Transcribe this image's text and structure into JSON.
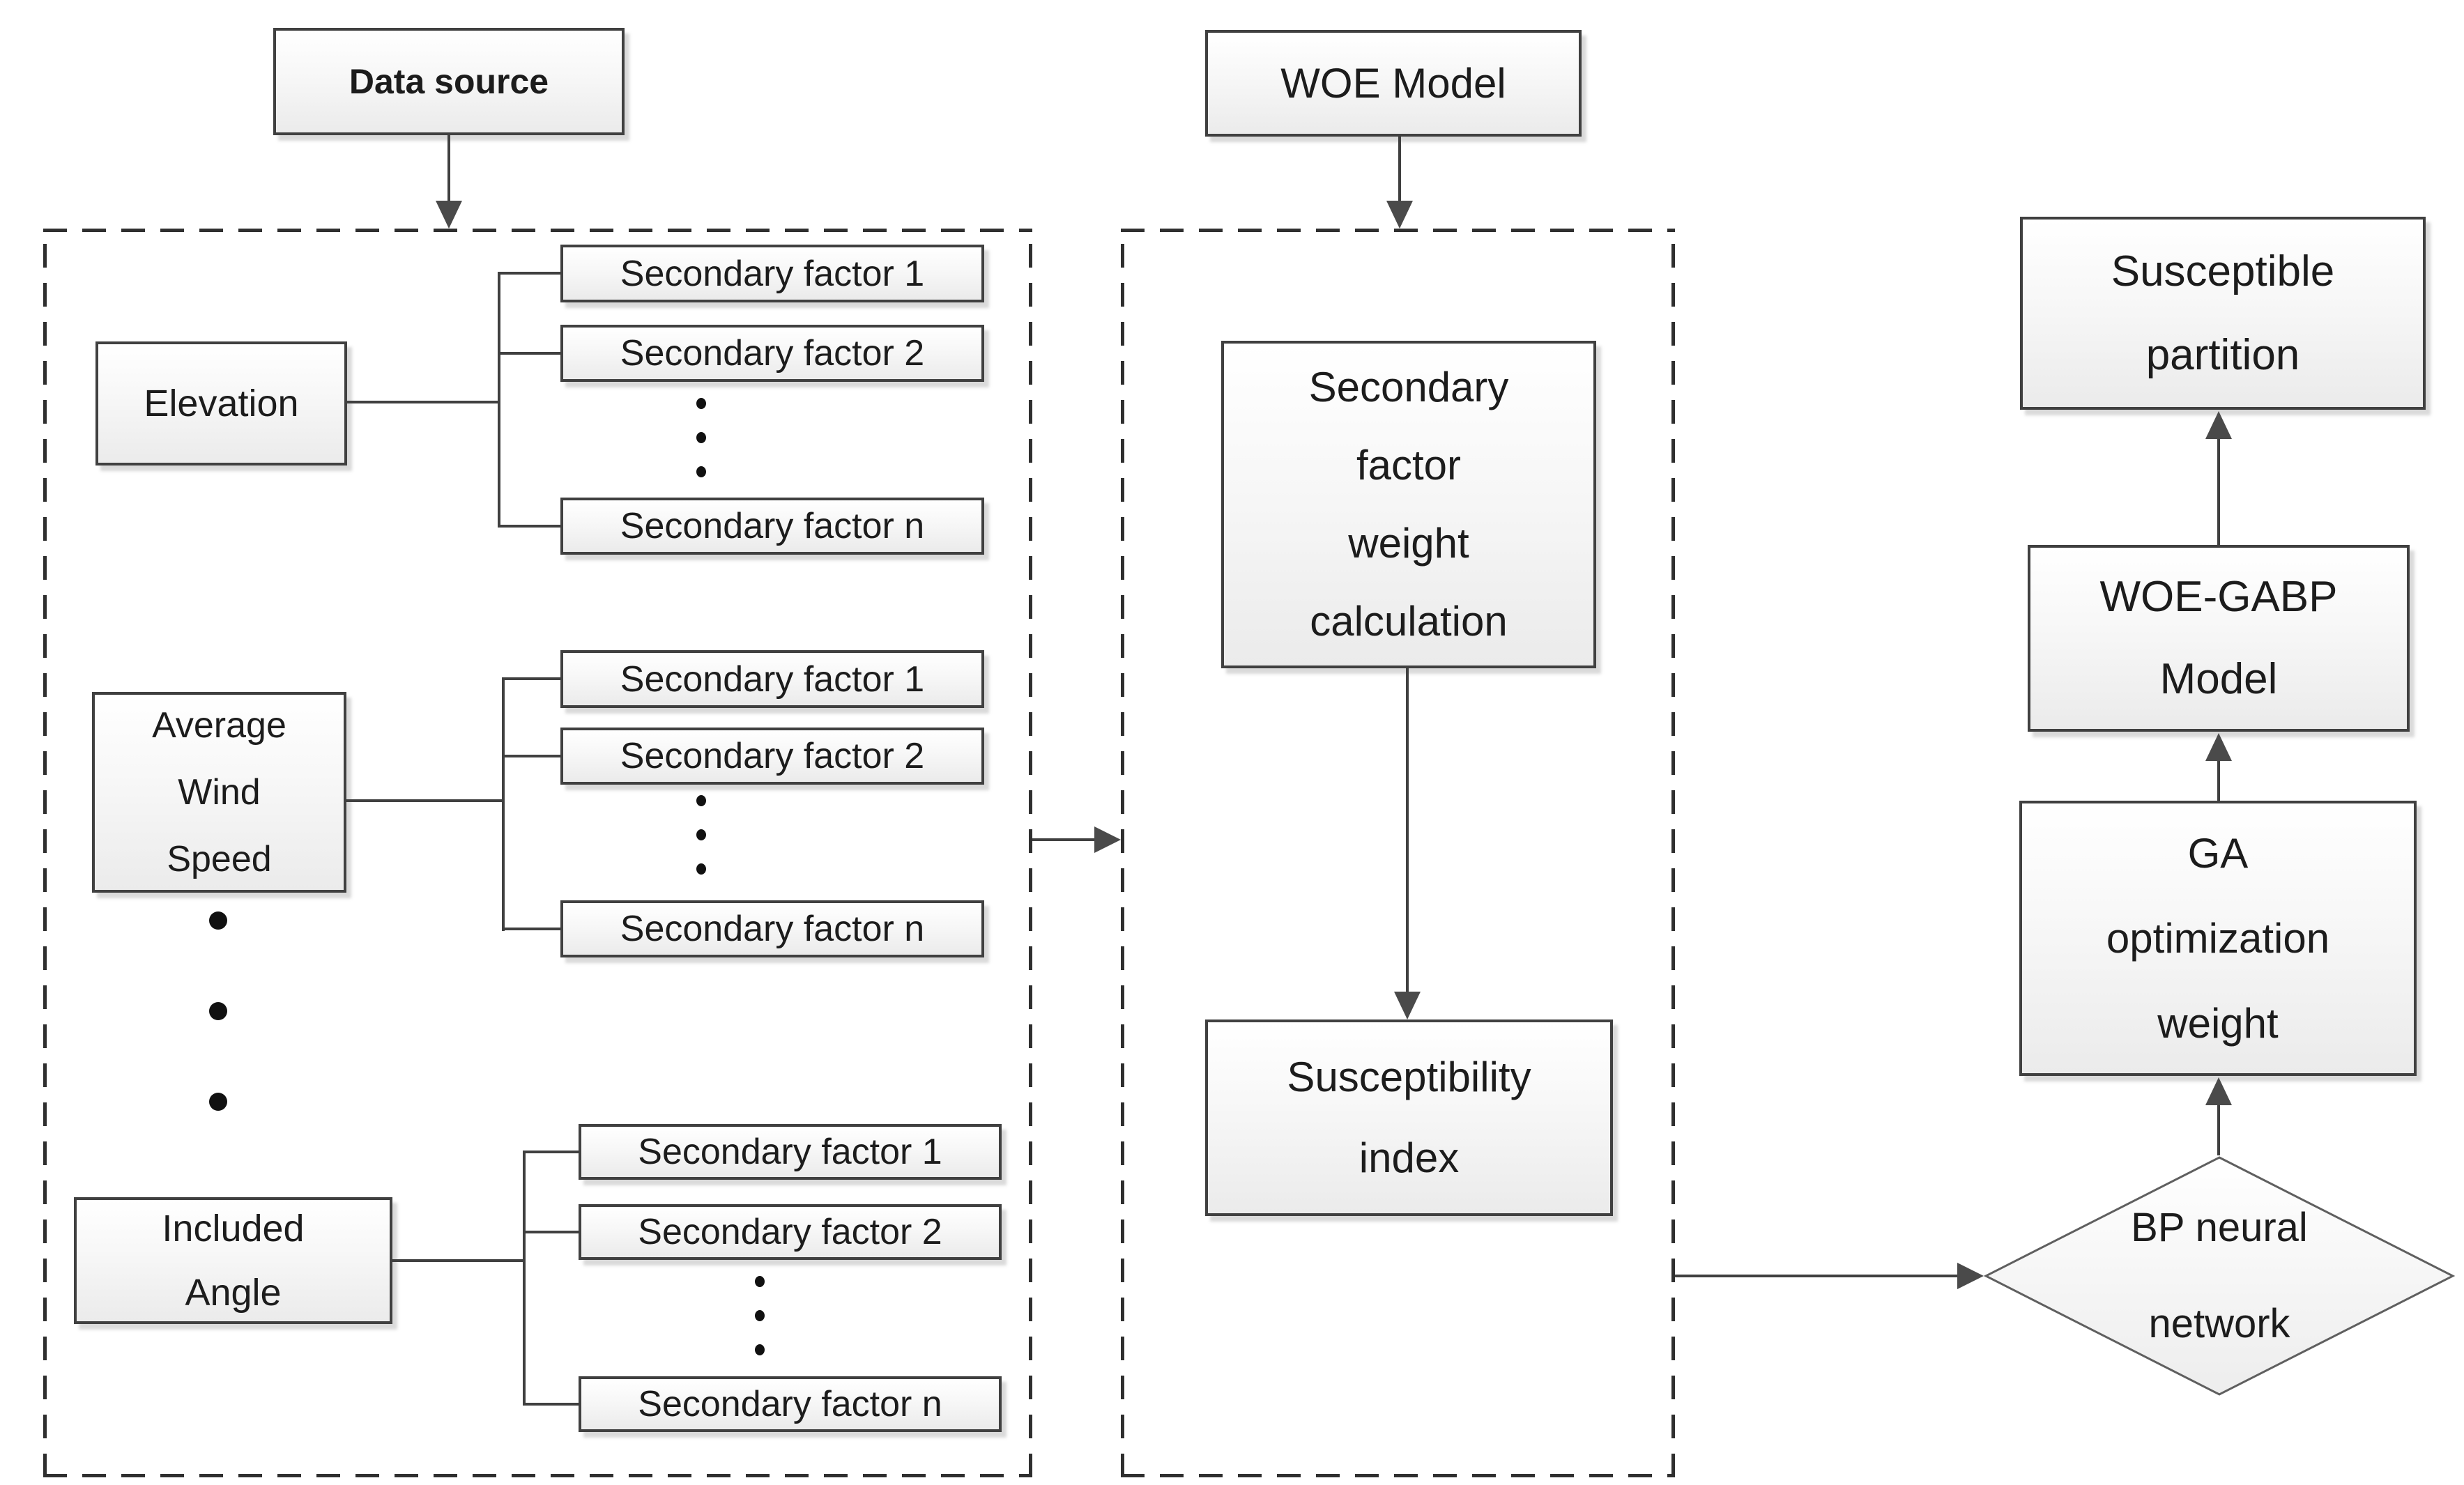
{
  "colors": {
    "background": "#ffffff",
    "box_border": "#404040",
    "box_fill_top": "#ffffff",
    "box_fill_bottom": "#ebebeb",
    "dashed_border": "#2f2f2f",
    "connector": "#404040",
    "arrowhead": "#4a4a4a",
    "text": "#1c1c1c"
  },
  "nodes": {
    "data_source": {
      "label": "Data source"
    },
    "woe_model": {
      "label": "WOE Model"
    },
    "secondary_factor_weight_calculation": {
      "label": "Secondary factor weight calculation",
      "lines": [
        "Secondary",
        "factor",
        "weight",
        "calculation"
      ]
    },
    "susceptibility_index": {
      "label": "Susceptibility index",
      "lines": [
        "Susceptibility",
        "index"
      ]
    },
    "susceptible_partition": {
      "label": "Susceptible partition",
      "lines": [
        "Susceptible",
        "partition"
      ]
    },
    "woe_gabp_model": {
      "label": "WOE-GABP Model",
      "lines": [
        "WOE-GABP",
        "Model"
      ]
    },
    "ga_optimization_weight": {
      "label": "GA optimization weight",
      "lines": [
        "GA",
        "optimization",
        "weight"
      ]
    },
    "bp_neural_network": {
      "label": "BP neural network",
      "lines": [
        "BP neural",
        "network"
      ]
    }
  },
  "factor_groups": [
    {
      "primary": {
        "label": "Elevation",
        "lines": [
          "Elevation"
        ]
      },
      "factors": [
        "Secondary factor 1",
        "Secondary factor 2",
        "Secondary factor n"
      ]
    },
    {
      "primary": {
        "label": "Average Wind Speed",
        "lines": [
          "Average",
          "Wind",
          "Speed"
        ]
      },
      "factors": [
        "Secondary factor 1",
        "Secondary factor 2",
        "Secondary factor n"
      ]
    },
    {
      "primary": {
        "label": "Included Angle",
        "lines": [
          "Included",
          "Angle"
        ]
      },
      "factors": [
        "Secondary factor 1",
        "Secondary factor 2",
        "Secondary factor n"
      ]
    }
  ]
}
